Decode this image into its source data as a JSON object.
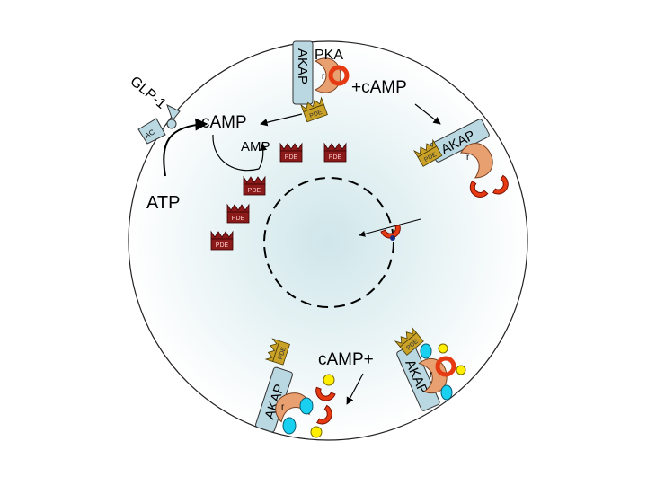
{
  "labels": {
    "glp1": "GLP-1",
    "ac": "AC",
    "camp_top_left": "cAMP",
    "amp": "AMP",
    "atp": "ATP",
    "pka": "PKA",
    "plus_camp": "+cAMP",
    "camp_plus": "cAMP+",
    "akap": "AKAP",
    "pde": "PDE",
    "r": "r"
  },
  "colors": {
    "cell_center": "#cfe6ea",
    "cell_edge": "#ffffff",
    "akap_fill": "#b9d8e2",
    "pde_red": "#8b1a1a",
    "pde_gold": "#c9a227",
    "pka_r": "#e8a070",
    "catalytic_red": "#e63a12",
    "camp_yellow": "#ffee00",
    "camp_cyan": "#19d0f0"
  }
}
